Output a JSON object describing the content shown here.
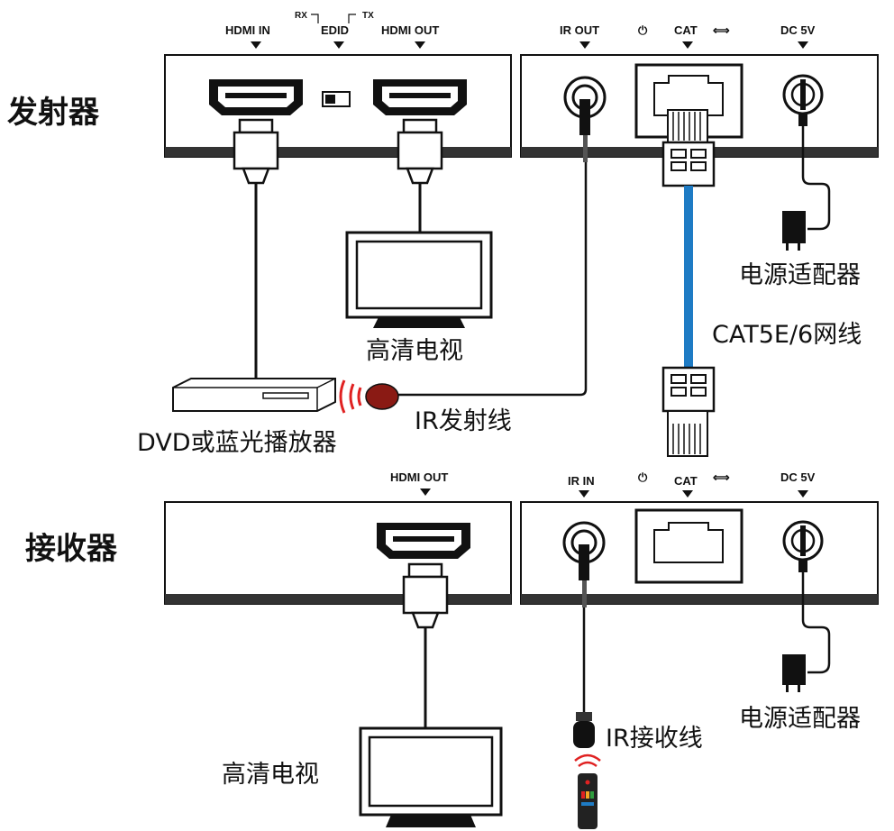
{
  "sections": {
    "transmitter": "发射器",
    "receiver": "接收器"
  },
  "transmitter_ports": {
    "hdmi_in": "HDMI IN",
    "edid": "EDID",
    "rx": "RX",
    "tx": "TX",
    "hdmi_out": "HDMI OUT",
    "ir_out": "IR OUT",
    "power_symbol": "⏻",
    "cat": "CAT",
    "link_symbol": "⟺",
    "dc": "DC 5V"
  },
  "receiver_ports": {
    "hdmi_out": "HDMI OUT",
    "ir_in": "IR IN",
    "power_symbol": "⏻",
    "cat": "CAT",
    "link_symbol": "⟺",
    "dc": "DC 5V"
  },
  "labels": {
    "tv_top": "高清电视",
    "dvd": "DVD或蓝光播放器",
    "ir_emitter": "IR发射线",
    "cat_cable": "CAT5E/6网线",
    "power_adapter_top": "电源适配器",
    "power_adapter_bottom": "电源适配器",
    "ir_receiver": "IR接收线",
    "tv_bottom": "高清电视"
  },
  "colors": {
    "cat_cable": "#1e7bc4",
    "ir_head": "#8a1a14",
    "ir_signal": "#e02222",
    "remote_rainbow": [
      "#e02222",
      "#f5a623",
      "#2e9e3e",
      "#1e7bc4"
    ]
  }
}
